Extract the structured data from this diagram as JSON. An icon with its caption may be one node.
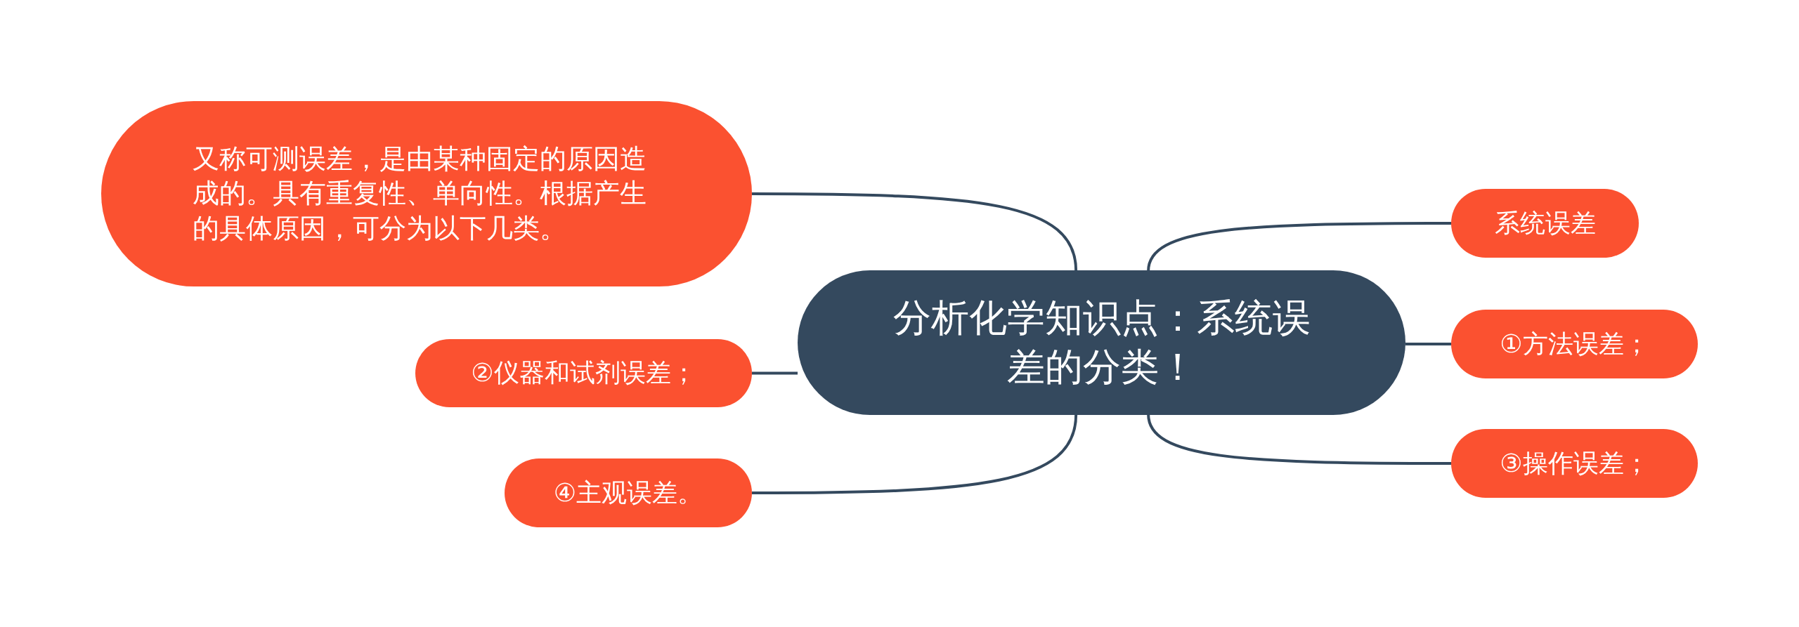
{
  "diagram": {
    "nodes": [
      {
        "text": [
          "分析化学知识点：系统误差的分类！"
        ]
      },
      {
        "text": [
          "又称可测误差，是由某种固定的原因造成的。具有重复性、单向性。根据产生的具体原因，可分为以下几类。"
        ]
      },
      {
        "text": [
          "系统误差"
        ]
      },
      {
        "text": [
          "①方法误差；"
        ]
      },
      {
        "text": [
          "②仪器和试剂误差；"
        ]
      },
      {
        "text": [
          "③操作误差；"
        ]
      },
      {
        "text": [
          "④主观误差。"
        ]
      }
    ],
    "edges": [
      {
        "from": 0,
        "to": 1,
        "arrow": "none"
      },
      {
        "from": 0,
        "to": 2,
        "arrow": "none"
      },
      {
        "from": 0,
        "to": 3,
        "arrow": "none"
      },
      {
        "from": 0,
        "to": 4,
        "arrow": "none"
      },
      {
        "from": 0,
        "to": 5,
        "arrow": "none"
      },
      {
        "from": 0,
        "to": 6,
        "arrow": "none"
      }
    ]
  }
}
